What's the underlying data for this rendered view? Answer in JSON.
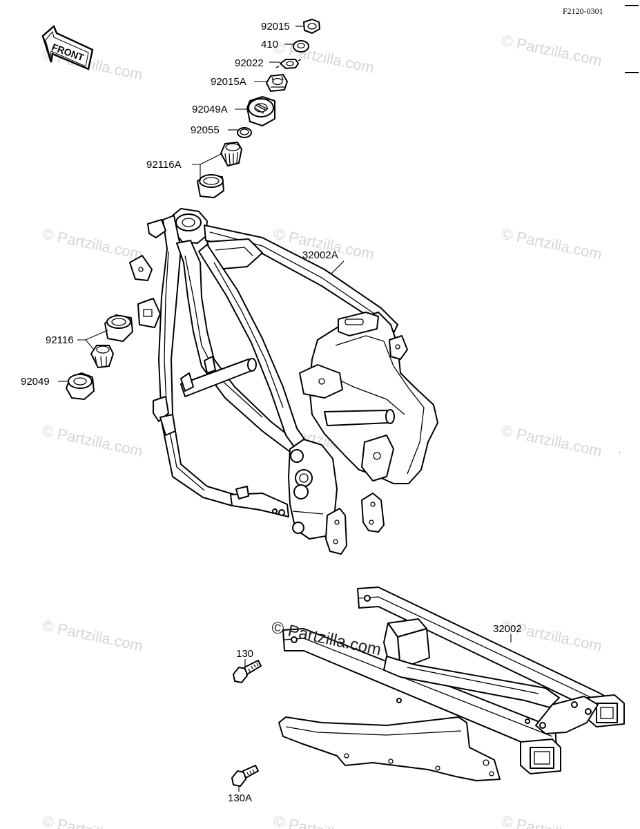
{
  "diagram": {
    "code": "F2120-0301",
    "front_label": "FRONT",
    "watermark": "© Partzilla.com",
    "parts": [
      {
        "id": "p-92015",
        "label": "92015"
      },
      {
        "id": "p-410",
        "label": "410"
      },
      {
        "id": "p-92022",
        "label": "92022"
      },
      {
        "id": "p-92015A",
        "label": "92015A"
      },
      {
        "id": "p-92049A",
        "label": "92049A"
      },
      {
        "id": "p-92055",
        "label": "92055"
      },
      {
        "id": "p-92116A",
        "label": "92116A"
      },
      {
        "id": "p-32002A",
        "label": "32002A"
      },
      {
        "id": "p-92116",
        "label": "92116"
      },
      {
        "id": "p-92049",
        "label": "92049"
      },
      {
        "id": "p-32002",
        "label": "32002"
      },
      {
        "id": "p-130",
        "label": "130"
      },
      {
        "id": "p-130A",
        "label": "130A"
      }
    ]
  }
}
